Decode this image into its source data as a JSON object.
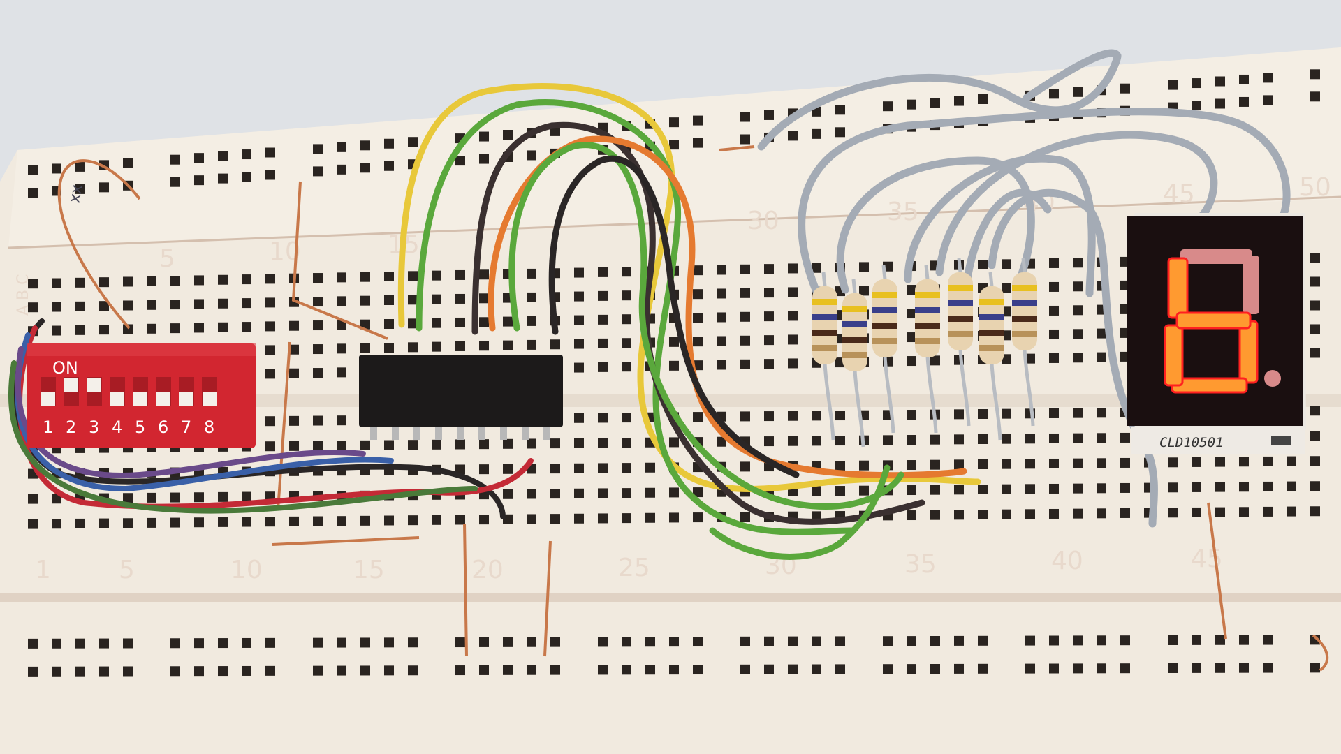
{
  "scene": {
    "background_color": "#dfe2e6",
    "board_color": "#f2ebe0",
    "hole_color": "#2a2420"
  },
  "breadboard": {
    "row_labels": "A B C",
    "top_numbers": [
      "5",
      "10",
      "15",
      "30",
      "35",
      "40",
      "45",
      "50"
    ],
    "bottom_numbers": [
      "1",
      "5",
      "10",
      "15",
      "20",
      "25",
      "30",
      "35",
      "40",
      "45"
    ],
    "margin_mark": "xx"
  },
  "dip_switch": {
    "color": "#d22630",
    "on_label": "ON",
    "switch_numbers": [
      "1",
      "2",
      "3",
      "4",
      "5",
      "6",
      "7",
      "8"
    ]
  },
  "ic_chip": {
    "color": "#1c1a1a"
  },
  "resistors": {
    "count": 7,
    "bands": [
      "#e8c020",
      "#3a3f8a",
      "#4a2a1a",
      "#b8925a"
    ]
  },
  "seven_segment_display": {
    "part_label": "CLD10501",
    "lit_segments": [
      "c",
      "d",
      "e",
      "f",
      "g"
    ],
    "lit_color": "#ff9a30",
    "unlit_color": "#d88a8a"
  }
}
